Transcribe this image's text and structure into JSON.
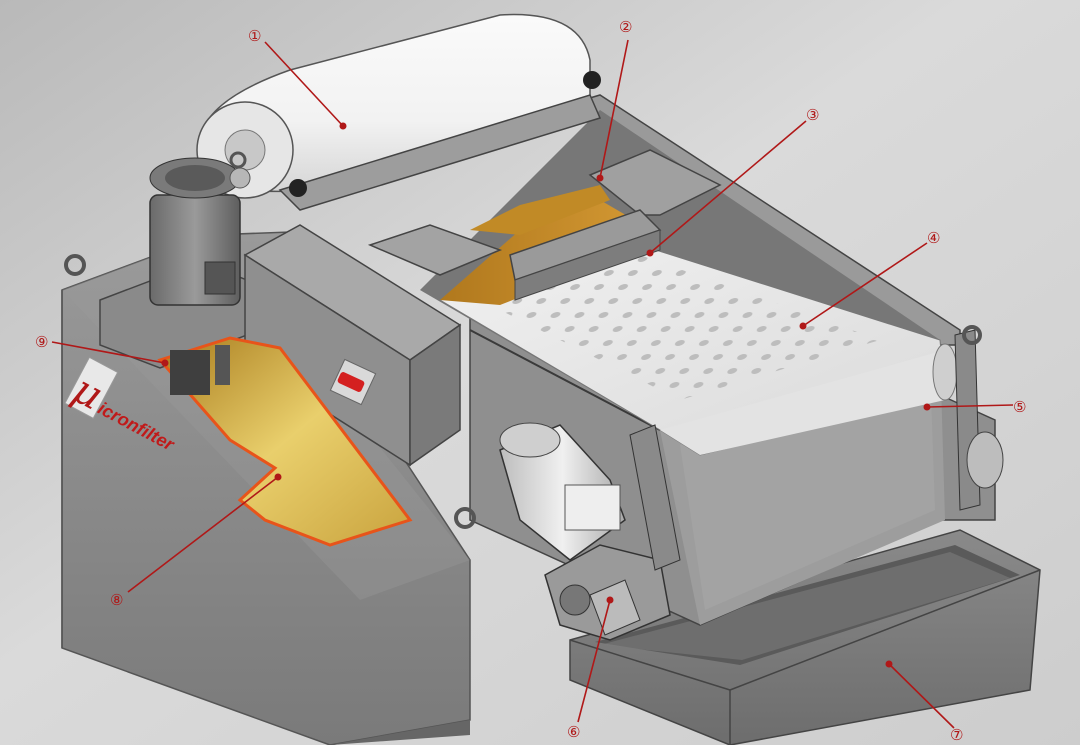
{
  "brand": {
    "symbol": "μ",
    "text": "icronfilter"
  },
  "callouts": [
    {
      "id": "1",
      "label": "①"
    },
    {
      "id": "2",
      "label": "②"
    },
    {
      "id": "3",
      "label": "③"
    },
    {
      "id": "4",
      "label": "④"
    },
    {
      "id": "5",
      "label": "⑤"
    },
    {
      "id": "6",
      "label": "⑥"
    },
    {
      "id": "7",
      "label": "⑦"
    },
    {
      "id": "8",
      "label": "⑧"
    },
    {
      "id": "9",
      "label": "⑨"
    }
  ],
  "colors": {
    "background": "#cfcfcf",
    "machine_body": "#8e8e8e",
    "machine_dark": "#6f6f6f",
    "machine_light": "#b3b3b3",
    "belt": "#e9e9e9",
    "fluid": "#c8902a",
    "cutaway_fill": "#d8b24a",
    "cutaway_edge": "#e8541a",
    "callout": "#b01818",
    "switch": "#d42020"
  },
  "icons": [
    "brand-logo-icon",
    "red-switch-icon",
    "lifting-eye-icon",
    "drive-motor-icon",
    "pump-motor-icon"
  ]
}
